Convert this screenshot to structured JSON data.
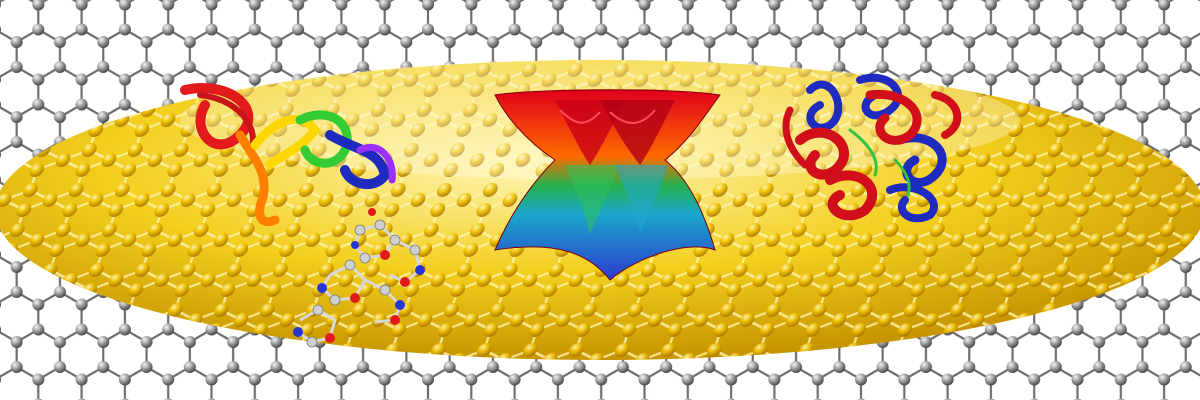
{
  "scene": {
    "background": {
      "pattern": "hexagonal-lattice",
      "color": "#ffffff",
      "atom_color": "#9a9a9a",
      "bond_color": "#6e6e6e"
    },
    "sheet": {
      "shape": "ellipse",
      "pattern": "hexagonal-lattice",
      "colors": [
        "#fff6b8",
        "#f3cf1e",
        "#c79500"
      ],
      "atom_color": "#f2c400"
    },
    "objects": [
      {
        "name": "nucleic-acid-ribbon",
        "colors": [
          "#e31a1c",
          "#ff7f00",
          "#ffd700",
          "#33cc33",
          "#1f2bbf",
          "#9b30ff"
        ]
      },
      {
        "name": "ball-and-stick-molecule",
        "colors": [
          "#c0c0c0",
          "#e31a1c",
          "#2436d6"
        ]
      },
      {
        "name": "band-structure-surface",
        "colors": [
          "#e0001b",
          "#27b04a",
          "#2c3bd0"
        ]
      },
      {
        "name": "protein-ribbon",
        "colors": [
          "#d10f1b",
          "#1f2bbf",
          "#35c23f"
        ]
      }
    ]
  }
}
